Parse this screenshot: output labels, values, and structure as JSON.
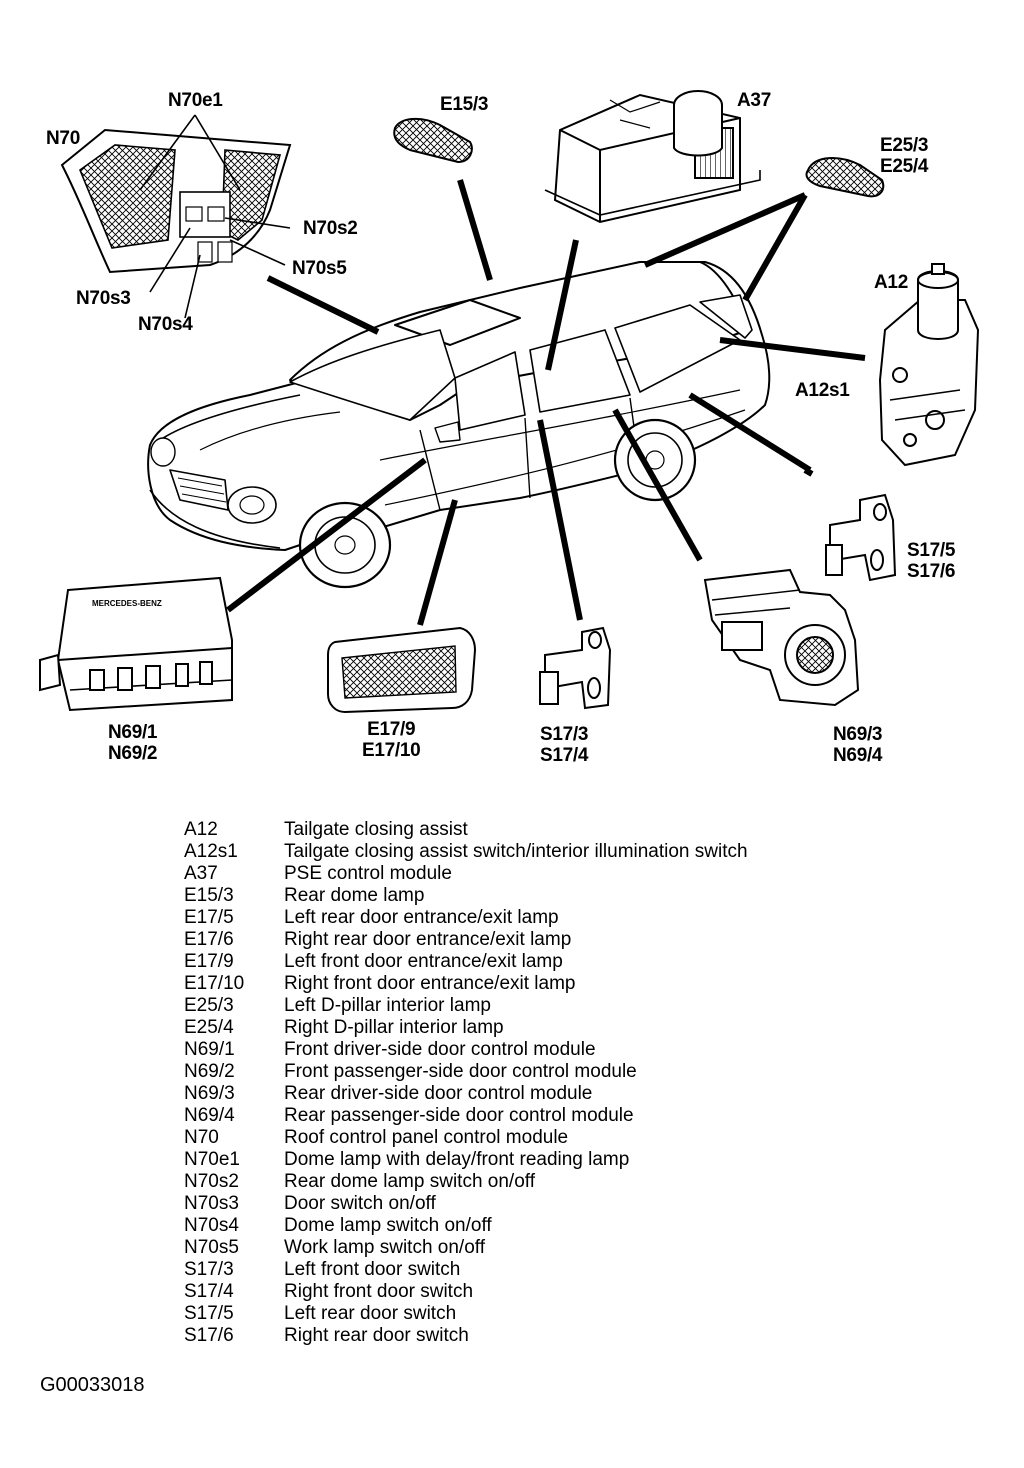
{
  "diagram": {
    "labels": {
      "n70": "N70",
      "n70e1": "N70e1",
      "n70s2": "N70s2",
      "n70s3": "N70s3",
      "n70s4": "N70s4",
      "n70s5": "N70s5",
      "e15_3": "E15/3",
      "a37": "A37",
      "e25_3": "E25/3",
      "e25_4": "E25/4",
      "a12": "A12",
      "a12s1": "A12s1",
      "s17_5": "S17/5",
      "s17_6": "S17/6",
      "n69_1": "N69/1",
      "n69_2": "N69/2",
      "e17_9": "E17/9",
      "e17_10": "E17/10",
      "s17_3": "S17/3",
      "s17_4": "S17/4",
      "n69_3": "N69/3",
      "n69_4": "N69/4"
    },
    "module_print": "MERCEDES-BENZ"
  },
  "legend": [
    {
      "code": "A12",
      "desc": "Tailgate closing assist"
    },
    {
      "code": "A12s1",
      "desc": "Tailgate closing assist switch/interior illumination switch"
    },
    {
      "code": "A37",
      "desc": "PSE control module"
    },
    {
      "code": "E15/3",
      "desc": "Rear dome lamp"
    },
    {
      "code": "E17/5",
      "desc": "Left rear door entrance/exit lamp"
    },
    {
      "code": "E17/6",
      "desc": "Right rear door entrance/exit lamp"
    },
    {
      "code": "E17/9",
      "desc": "Left front door entrance/exit lamp"
    },
    {
      "code": "E17/10",
      "desc": "Right front door entrance/exit lamp"
    },
    {
      "code": "E25/3",
      "desc": "Left D-pillar interior lamp"
    },
    {
      "code": "E25/4",
      "desc": "Right D-pillar interior lamp"
    },
    {
      "code": "N69/1",
      "desc": "Front driver-side door control module"
    },
    {
      "code": "N69/2",
      "desc": "Front passenger-side door control module"
    },
    {
      "code": "N69/3",
      "desc": "Rear driver-side door control module"
    },
    {
      "code": "N69/4",
      "desc": "Rear passenger-side door control module"
    },
    {
      "code": "N70",
      "desc": "Roof control panel control module"
    },
    {
      "code": "N70e1",
      "desc": "Dome lamp with delay/front reading lamp"
    },
    {
      "code": "N70s2",
      "desc": "Rear dome lamp switch on/off"
    },
    {
      "code": "N70s3",
      "desc": "Door switch on/off"
    },
    {
      "code": "N70s4",
      "desc": "Dome lamp switch on/off"
    },
    {
      "code": "N70s5",
      "desc": "Work lamp switch on/off"
    },
    {
      "code": "S17/3",
      "desc": "Left front door switch"
    },
    {
      "code": "S17/4",
      "desc": "Right front door switch"
    },
    {
      "code": "S17/5",
      "desc": "Left rear door switch"
    },
    {
      "code": "S17/6",
      "desc": "Right rear door switch"
    }
  ],
  "figure_id": "G00033018"
}
